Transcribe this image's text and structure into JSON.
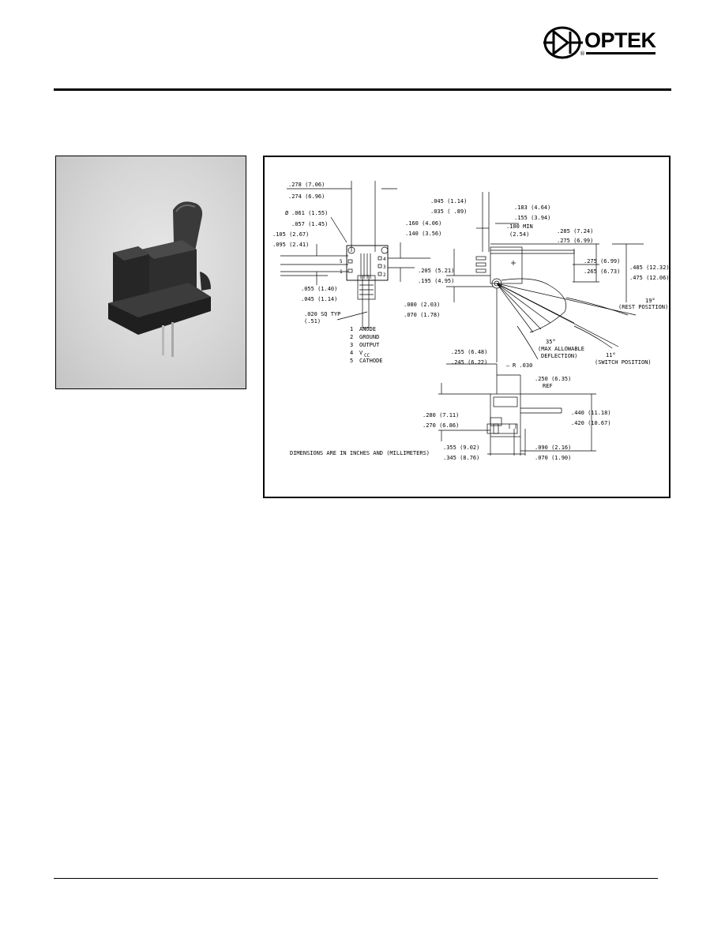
{
  "header": {
    "brand": "OPTEK",
    "registered": "®"
  },
  "drawing": {
    "pin_legend": [
      {
        "num": "1",
        "label": "ANODE"
      },
      {
        "num": "2",
        "label": "GROUND"
      },
      {
        "num": "3",
        "label": "OUTPUT"
      },
      {
        "num": "4",
        "label": "V",
        "sub": "CC"
      },
      {
        "num": "5",
        "label": "CATHODE"
      }
    ],
    "note": "DIMENSIONS ARE IN INCHES AND (MILLIMETERS)",
    "dimensions": {
      "d1": ".278 (7.06)",
      "d2": ".274 (6.96)",
      "d3": ".061 (1.55)",
      "d4": ".057 (1.45)",
      "d5": ".105 (2.67)",
      "d6": ".095 (2.41)",
      "d7": ".160 (4.06)",
      "d8": ".140 (3.56)",
      "d9": ".055 (1.40)",
      "d10": ".045 (1.14)",
      "d11": ".080 (2.03)",
      "d12": ".070 (1.78)",
      "d13": ".020 SQ TYP",
      "d14": "(.51)",
      "d15": ".045 (1.14)",
      "d16": ".035 ( .89)",
      "d17": ".183 (4.64)",
      "d18": ".155 (3.94)",
      "d19": ".100 MIN",
      "d20": "(2.54)",
      "d21": ".285 (7.24)",
      "d22": ".275 (6.99)",
      "d23": ".275 (6.99)",
      "d24": ".265 (6.73)",
      "d25": ".205 (5.21)",
      "d26": ".195 (4.95)",
      "d27": ".485 (12.32)",
      "d28": ".475 (12.06)",
      "d29": "19°",
      "d30": "(REST POSITION)",
      "d31": "35°",
      "d32": "(MAX ALLOWABLE",
      "d33": "DEFLECTION)",
      "d34": "11°",
      "d35": "(SWITCH POSITION)",
      "d36": ".255 (6.48)",
      "d37": ".245 (6.22)",
      "d38": "R .030",
      "d39": ".250 (6.35)",
      "d40": "REF",
      "d41": ".280 (7.11)",
      "d42": ".270 (6.86)",
      "d43": ".440 (11.18)",
      "d44": ".420 (10.67)",
      "d45": ".355 (9.02)",
      "d46": ".345 (8.76)",
      "d47": ".090 (2.16)",
      "d48": ".070 (1.90)",
      "pin5": "5",
      "pin1": "1",
      "pin2": "2",
      "pin3": "3",
      "pin4": "4"
    }
  },
  "colors": {
    "ink": "#000000",
    "photo_bg": "#d6d6d6",
    "part_dark": "#2b2b2b"
  }
}
